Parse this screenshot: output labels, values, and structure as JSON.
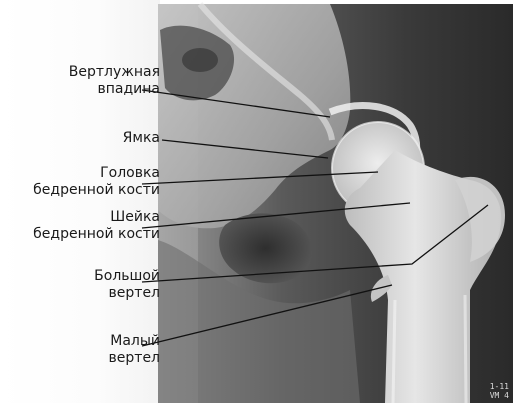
{
  "labels": {
    "acetabulum": {
      "line1": "Вертлужная",
      "line2": "впадина"
    },
    "fossa": {
      "line1": "Ямка"
    },
    "femoral_head": {
      "line1": "Головка",
      "line2": "бедренной кости"
    },
    "femoral_neck": {
      "line1": "Шейка",
      "line2": "бедренной кости"
    },
    "greater_trochanter": {
      "line1": "Большой",
      "line2": "вертел"
    },
    "lesser_trochanter": {
      "line1": "Малый",
      "line2": "вертел"
    }
  },
  "corner_mark": {
    "line1": "1-11",
    "line2": "VM 4"
  },
  "colors": {
    "label_text": "#1a1a1a",
    "leader_line": "#111111",
    "film_dark": "#1c1c1c",
    "bone": "#d8d8d8"
  }
}
